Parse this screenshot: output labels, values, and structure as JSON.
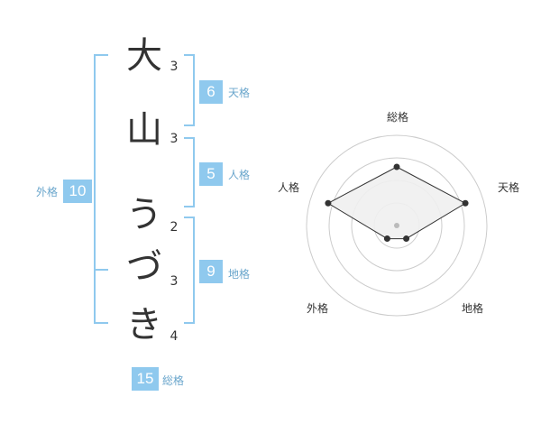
{
  "name": {
    "chars": [
      {
        "char": "大",
        "strokes": "3"
      },
      {
        "char": "山",
        "strokes": "3"
      },
      {
        "char": "う",
        "strokes": "2"
      },
      {
        "char": "づ",
        "strokes": "3"
      },
      {
        "char": "き",
        "strokes": "4"
      }
    ]
  },
  "fortune": {
    "tenkaku": {
      "value": "6",
      "label": "天格"
    },
    "jinkaku": {
      "value": "5",
      "label": "人格"
    },
    "chikaku": {
      "value": "9",
      "label": "地格"
    },
    "gaikaku": {
      "value": "10",
      "label": "外格"
    },
    "soukaku": {
      "value": "15",
      "label": "総格"
    }
  },
  "chart_data": {
    "type": "radar",
    "axes": [
      "総格",
      "天格",
      "地格",
      "外格",
      "人格"
    ],
    "values": [
      0.65,
      0.8,
      0.18,
      0.18,
      0.8
    ],
    "rings": 4,
    "range": [
      0,
      1
    ],
    "colors": {
      "fill": "#f0f0f0",
      "line": "#333333",
      "ring": "#cccccc",
      "center": "#bbbbbb"
    }
  },
  "colors": {
    "accent": "#8fc9ee",
    "label": "#6aa6cc",
    "text": "#333333"
  }
}
